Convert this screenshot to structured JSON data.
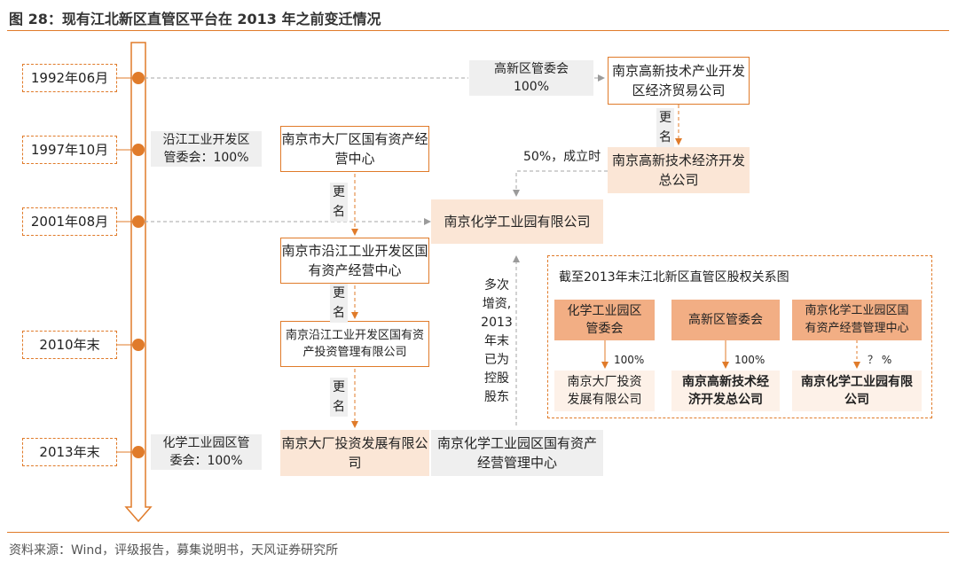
{
  "title": "图 28：现有江北新区直管区平台在 2013 年之前变迁情况",
  "source": "资料来源：Wind，评级报告，募集说明书，天风证券研究所",
  "accent_color": "#e07b2a",
  "timeline": {
    "dates": [
      "1992年06月",
      "1997年10月",
      "2001年08月",
      "2010年末",
      "2013年末"
    ]
  },
  "nodes": {
    "gxq_guanwei": "高新区管委会\n100%",
    "nj_gxjs_kaifa": "南京高新技术产业开发区经济贸易公司",
    "nj_gxjs_jingji": "南京高新技术经济开发总公司",
    "yanjiang_guanwei": "沿江工业开发区\n管委会：100%",
    "dachang_guoyou": "南京市大厂区国有资产经营中心",
    "nj_huaxue": "南京化学工业园有限公司",
    "yanjiang_guoyou": "南京市沿江工业开发区国有资产经营中心",
    "yanjiang_touzi": "南京沿江工业开发区国有资产投资管理有限公司",
    "huaxue_guanwei": "化学工业园区管\n委会：100%",
    "dachang_touzi": "南京大厂投资发展有限公司",
    "huaxue_guoyou": "南京化学工业园区国有资产经营管理中心"
  },
  "labels": {
    "rename": "更\n名",
    "fifty_percent": "50%，成立时",
    "capital_increase": "多次\n增资,\n2013\n年末\n已为\n控股\n股东"
  },
  "panel": {
    "title": "截至2013年末江北新区直管区股权关系图",
    "top": [
      "化学工业园区\n管委会",
      "高新区管委会",
      "南京化学工业园区国\n有资产经营管理中心"
    ],
    "pct": [
      "100%",
      "100%",
      "？ %"
    ],
    "bottom": [
      "南京大厂投资\n发展有限公司",
      "南京高新技术经\n济开发总公司",
      "南京化学工业园有限\n公司"
    ]
  }
}
